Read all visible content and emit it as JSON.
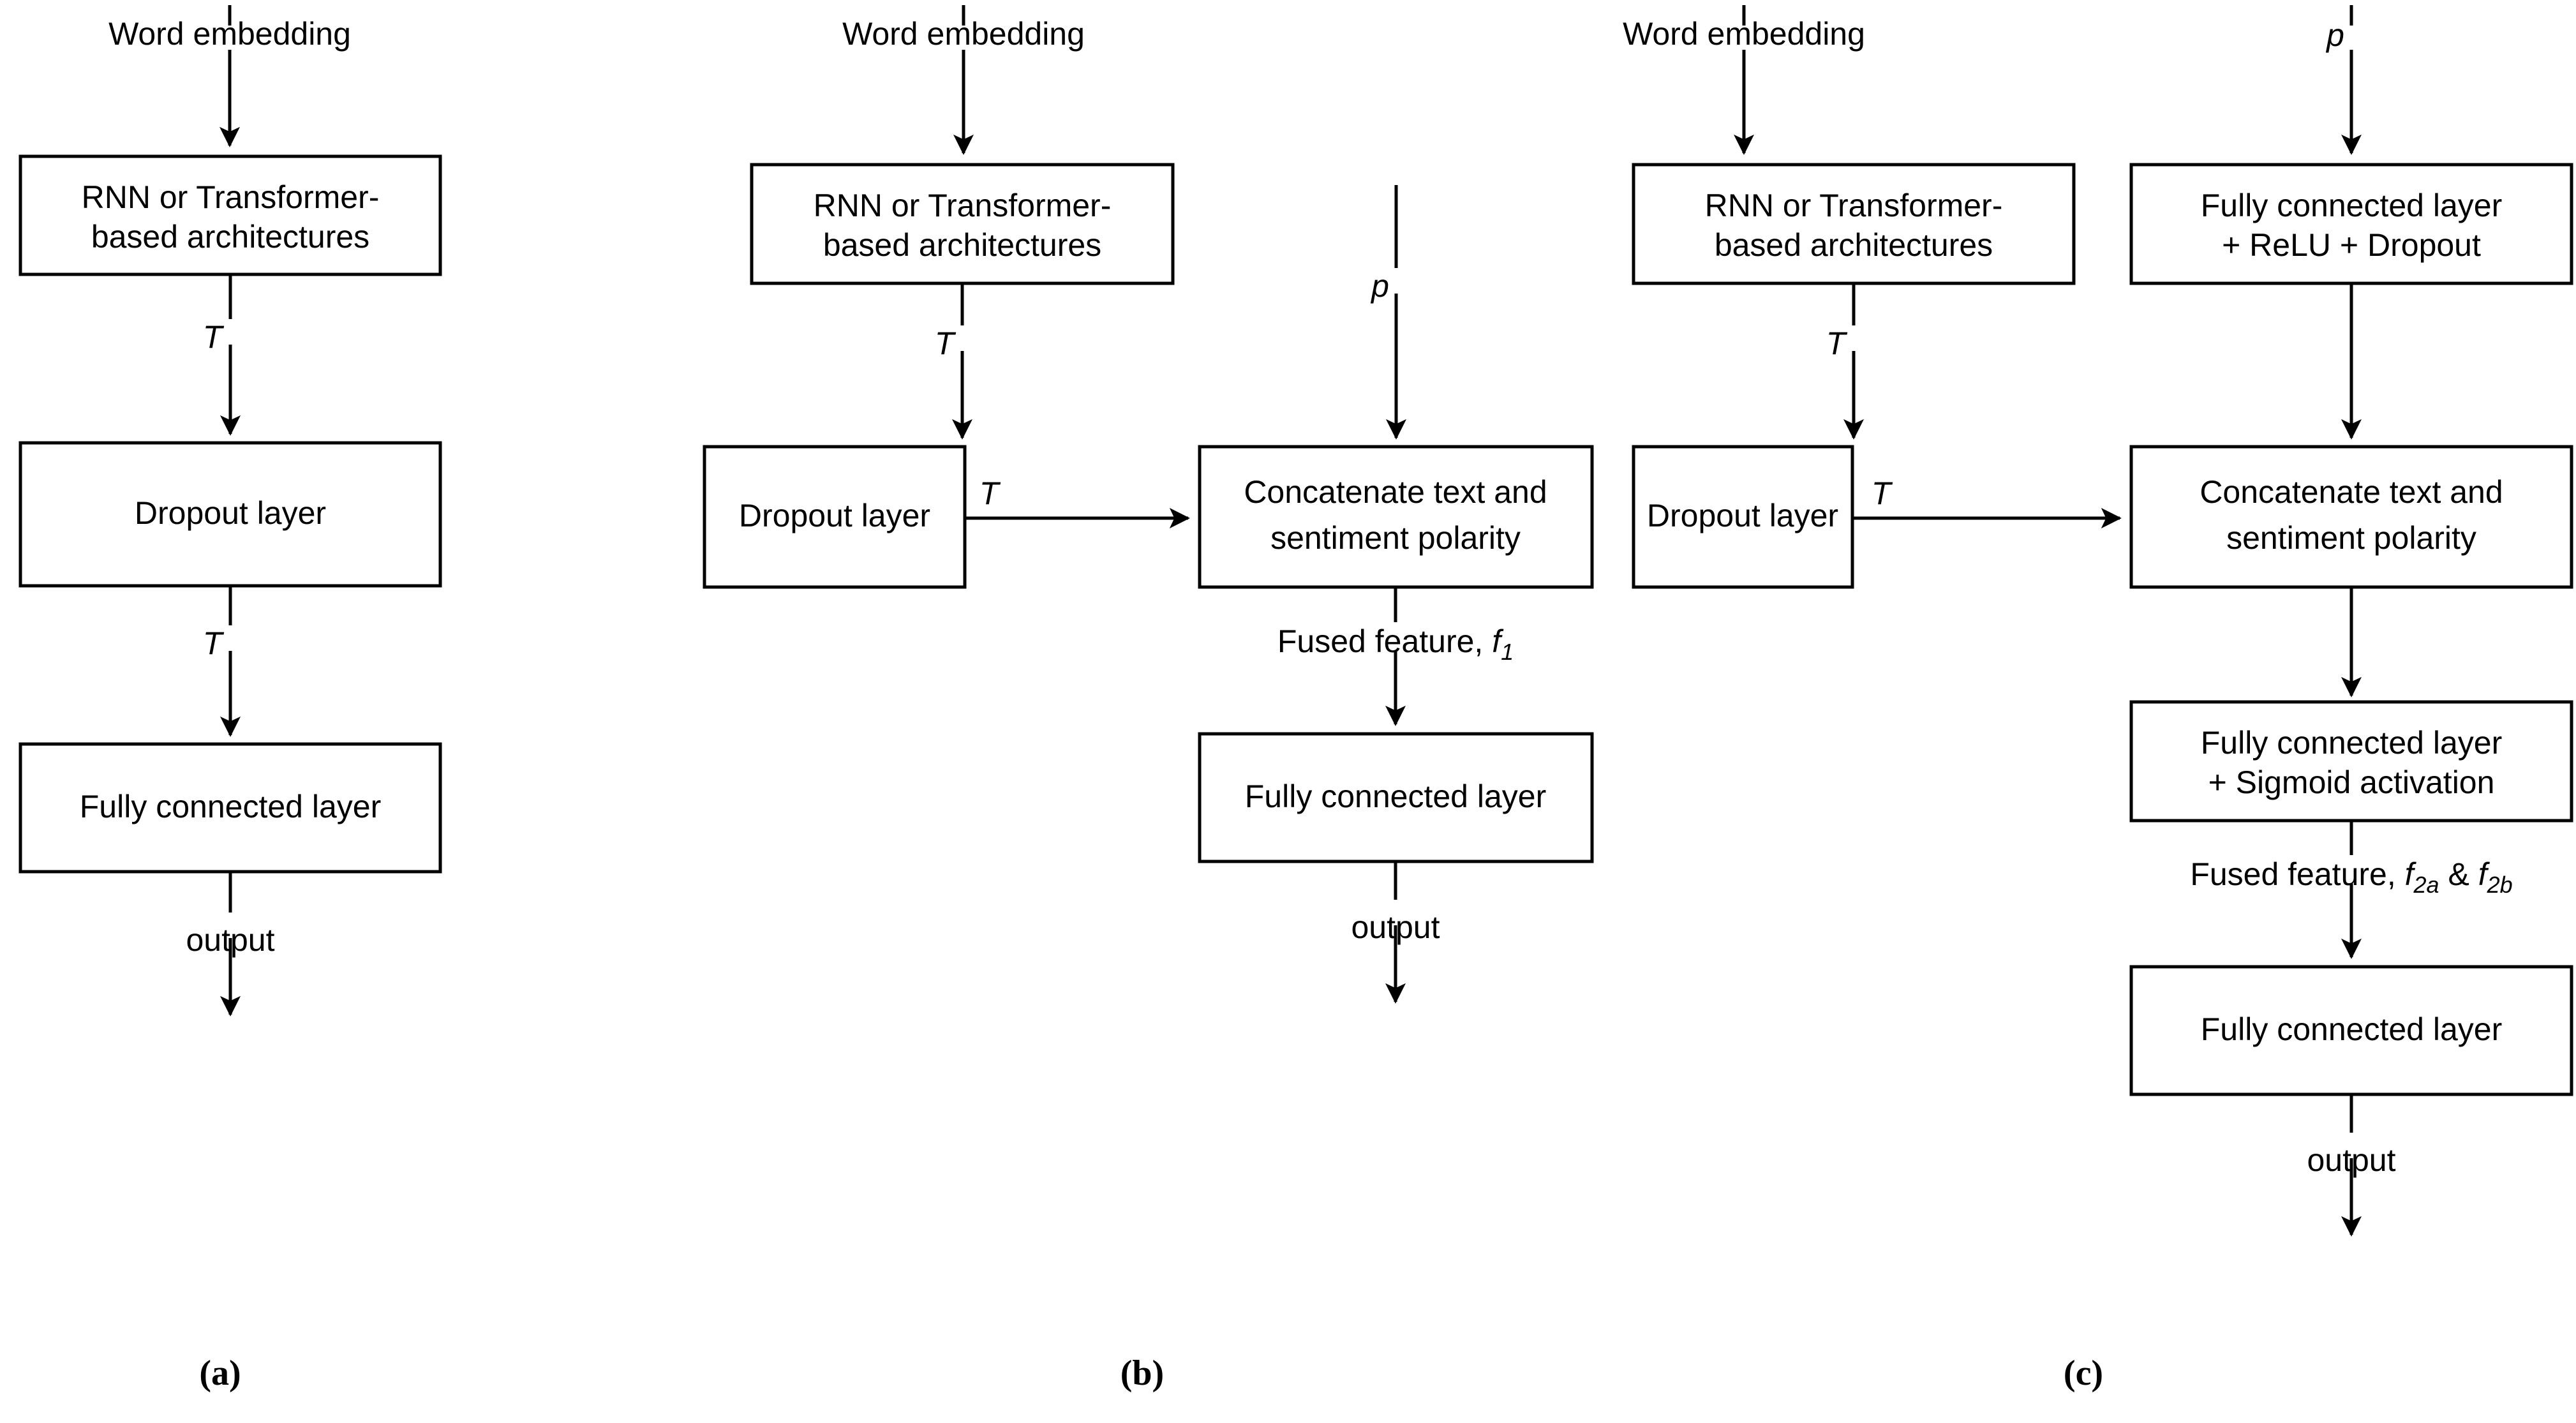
{
  "figure": {
    "title": "Model architecture variants flowchart",
    "background": "#ffffff",
    "line_color": "#000000",
    "text_color": "#000000"
  },
  "panels": [
    {
      "id": "a",
      "caption": "(a)",
      "boxes": [
        {
          "id": "a-arch",
          "line1": "RNN or Transformer-",
          "line2": "based architectures"
        },
        {
          "id": "a-dropout",
          "line1": "Dropout layer",
          "line2": ""
        },
        {
          "id": "a-fc",
          "line1": "Fully connected layer",
          "line2": ""
        }
      ],
      "edges": [
        {
          "id": "a-in",
          "label": "Word embedding",
          "italic": false
        },
        {
          "id": "a-e1",
          "label": "T",
          "italic": true
        },
        {
          "id": "a-e2",
          "label": "T",
          "italic": true
        },
        {
          "id": "a-out",
          "label": "output",
          "italic": false
        }
      ]
    },
    {
      "id": "b",
      "caption": "(b)",
      "boxes": [
        {
          "id": "b-arch",
          "line1": "RNN or Transformer-",
          "line2": "based architectures"
        },
        {
          "id": "b-dropout",
          "line1": "Dropout layer",
          "line2": ""
        },
        {
          "id": "b-concat",
          "line1": "Concatenate text and",
          "line2": "sentiment polarity"
        },
        {
          "id": "b-fc",
          "line1": "Fully connected layer",
          "line2": ""
        }
      ],
      "edges": [
        {
          "id": "b-in",
          "label": "Word embedding",
          "italic": false
        },
        {
          "id": "b-e1",
          "label": "T",
          "italic": true
        },
        {
          "id": "b-e2",
          "label": "T",
          "italic": true
        },
        {
          "id": "b-p",
          "label": "p",
          "italic": true
        },
        {
          "id": "b-fused",
          "label": "Fused feature, ",
          "symbol": "f",
          "subscript": "1",
          "italic": false
        },
        {
          "id": "b-out",
          "label": "output",
          "italic": false
        }
      ]
    },
    {
      "id": "c",
      "caption": "(c)",
      "boxes": [
        {
          "id": "c-arch",
          "line1": "RNN or Transformer-",
          "line2": "based architectures"
        },
        {
          "id": "c-dropout",
          "line1": "Dropout layer",
          "line2": ""
        },
        {
          "id": "c-fcrelu",
          "line1": "Fully connected layer",
          "line2": "+ ReLU + Dropout"
        },
        {
          "id": "c-concat",
          "line1": "Concatenate text and",
          "line2": "sentiment polarity"
        },
        {
          "id": "c-fcsig",
          "line1": "Fully connected layer",
          "line2": "+ Sigmoid activation"
        },
        {
          "id": "c-fc",
          "line1": "Fully connected layer",
          "line2": ""
        }
      ],
      "edges": [
        {
          "id": "c-in",
          "label": "Word embedding",
          "italic": false
        },
        {
          "id": "c-e1",
          "label": "T",
          "italic": true
        },
        {
          "id": "c-e2",
          "label": "T",
          "italic": true
        },
        {
          "id": "c-p",
          "label": "p",
          "italic": true
        },
        {
          "id": "c-fused",
          "label": "Fused feature, ",
          "symbol1": "f",
          "subscript1": "2a",
          "amp": " & ",
          "symbol2": "f",
          "subscript2": "2b",
          "italic": false
        },
        {
          "id": "c-out",
          "label": "output",
          "italic": false
        }
      ]
    }
  ],
  "labels": {
    "word_embedding": "Word embedding",
    "output": "output",
    "T": "T",
    "p": "p",
    "fused_prefix": "Fused feature, ",
    "amp": " & ",
    "f": "f",
    "sub_1": "1",
    "sub_2a": "2a",
    "sub_2b": "2b",
    "rnn_line1": "RNN or Transformer-",
    "rnn_line2": "based architectures",
    "dropout_layer": "Dropout layer",
    "fully_connected_layer": "Fully connected layer",
    "concat_line1": "Concatenate text and",
    "concat_line2": "sentiment polarity",
    "fc_relu_line1": "Fully connected layer",
    "fc_relu_line2": "+ ReLU + Dropout",
    "fc_sig_line1": "Fully connected layer",
    "fc_sig_line2": "+ Sigmoid activation",
    "caption_a": "(a)",
    "caption_b": "(b)",
    "caption_c": "(c)"
  }
}
